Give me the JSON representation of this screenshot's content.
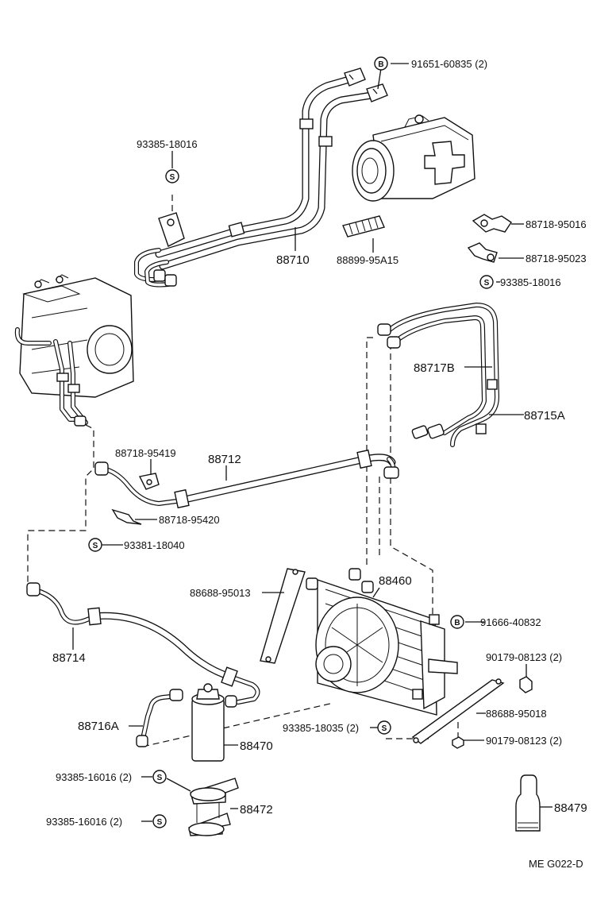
{
  "labels": {
    "p91651": "91651-60835 (2)",
    "p93385_top": "93385-18016",
    "p88710": "88710",
    "p88899": "88899-95A15",
    "p88718_95016": "88718-95016",
    "p88718_95023": "88718-95023",
    "p93385_right": "93385-18016",
    "p88717b": "88717B",
    "p88715a": "88715A",
    "p88718_95419": "88718-95419",
    "p88712": "88712",
    "p88718_95420": "88718-95420",
    "p93381": "93381-18040",
    "p88688_95013": "88688-95013",
    "p88460": "88460",
    "p91666": "91666-40832",
    "p90179_a": "90179-08123 (2)",
    "p88714": "88714",
    "p88688_95018": "88688-95018",
    "p93385_18035": "93385-18035 (2)",
    "p90179_b": "90179-08123 (2)",
    "p88716a": "88716A",
    "p88470": "88470",
    "p93385_16016_a": "93385-16016 (2)",
    "p88472": "88472",
    "p93385_16016_b": "93385-16016 (2)",
    "p88479": "88479",
    "footer_code": "ME  G022-D"
  },
  "badges": {
    "bolt": "B",
    "screw": "S"
  },
  "colors": {
    "ink": "#111111",
    "paper": "#ffffff"
  }
}
